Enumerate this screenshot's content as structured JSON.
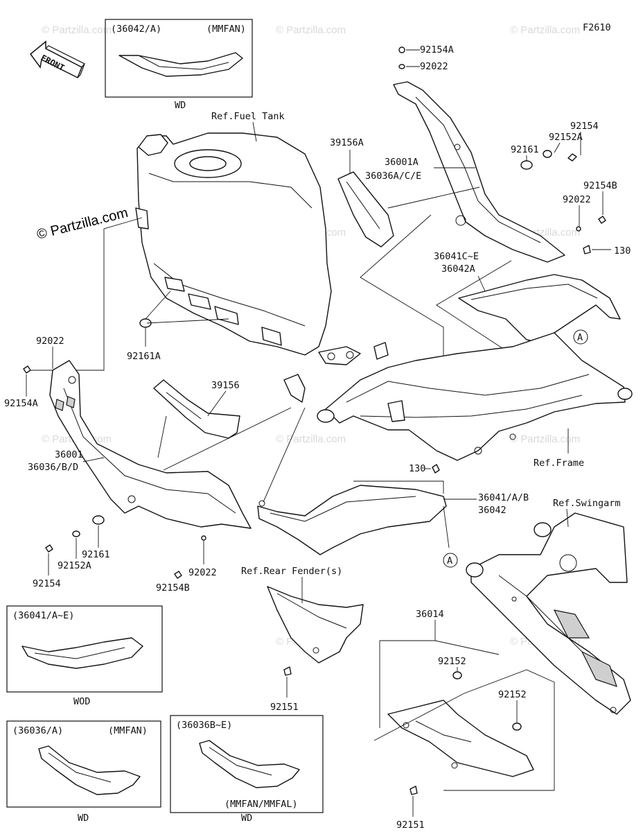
{
  "figure_code": "F2610",
  "watermark": "© Partzilla.com",
  "front_arrow_label": "FRONT",
  "callouts": {
    "c_36042A_box": "(36042/A)",
    "c_mmfan": "(MMFAN)",
    "c_wd1": "WD",
    "c_92154A_top": "92154A",
    "c_92022_top": "92022",
    "c_fueltank": "Ref.Fuel Tank",
    "c_39156A": "39156A",
    "c_36001A": "36001A",
    "c_36036ACE": "36036A/C/E",
    "c_92154_r": "92154",
    "c_92152A_r": "92152A",
    "c_92161_r": "92161",
    "c_92154B_r": "92154B",
    "c_92022_r": "92022",
    "c_130_r": "130",
    "c_36041CE": "36041C~E",
    "c_36042A": "36042A",
    "c_A_top": "A",
    "c_92161A": "92161A",
    "c_92022_l": "92022",
    "c_92154A_l": "92154A",
    "c_39156": "39156",
    "c_36001": "36001",
    "c_36036BD": "36036/B/D",
    "c_ref_frame": "Ref.Frame",
    "c_130_mid": "130",
    "c_36041AB": "36041/A/B",
    "c_36042": "36042",
    "c_A_mid": "A",
    "c_ref_swingarm": "Ref.Swingarm",
    "c_92154_b": "92154",
    "c_92152A_b": "92152A",
    "c_92161_b": "92161",
    "c_92154B_b": "92154B",
    "c_92022_b": "92022",
    "c_rear_fender": "Ref.Rear Fender(s)",
    "c_36014": "36014",
    "c_92152_1": "92152",
    "c_92152_2": "92152",
    "c_92151_1": "92151",
    "c_92151_2": "92151",
    "c_36041AE_box": "(36041/A~E)",
    "c_wod": "WOD",
    "c_36036A_box": "(36036/A)",
    "c_mmfan2": "(MMFAN)",
    "c_wd2": "WD",
    "c_36036BE_box": "(36036B~E)",
    "c_mmfan_mmfal": "(MMFAN/MMFAL)",
    "c_wd3": "WD"
  }
}
